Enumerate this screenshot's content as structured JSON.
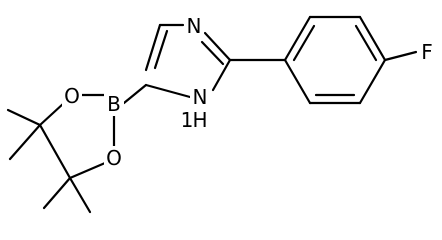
{
  "molecule": {
    "atoms": {
      "n_top": "N",
      "nh_ring": "N",
      "nh_h": "H",
      "fluorine": "F",
      "boron": "B",
      "o_upper": "O",
      "o_lower": "O"
    }
  }
}
